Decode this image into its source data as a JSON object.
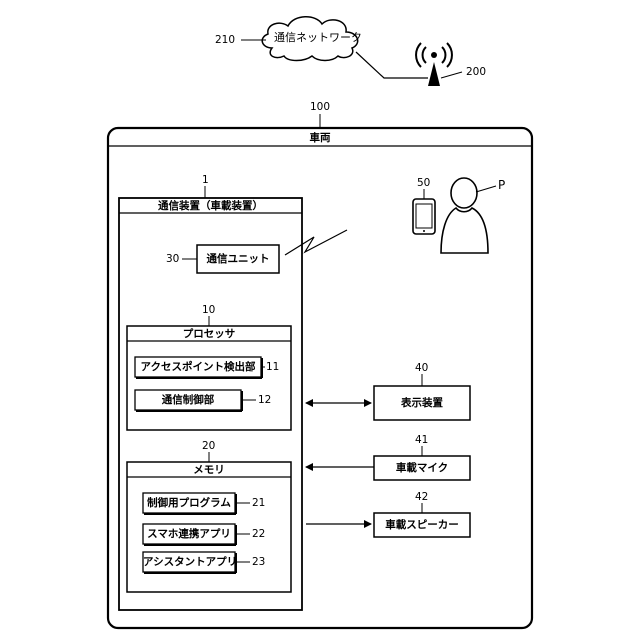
{
  "network": {
    "label": "通信ネットワーク",
    "ref": "210"
  },
  "base_station": {
    "ref": "200"
  },
  "vehicle": {
    "title": "車両",
    "ref": "100"
  },
  "device": {
    "title": "通信装置（車載装置）",
    "ref": "1"
  },
  "comm_unit": {
    "label": "通信ユニット",
    "ref": "30"
  },
  "processor": {
    "title": "プロセッサ",
    "ref": "10",
    "items": [
      {
        "label": "アクセスポイント検出部",
        "ref": "11"
      },
      {
        "label": "通信制御部",
        "ref": "12"
      }
    ]
  },
  "memory": {
    "title": "メモリ",
    "ref": "20",
    "items": [
      {
        "label": "制御用プログラム",
        "ref": "21"
      },
      {
        "label": "スマホ連携アプリ",
        "ref": "22"
      },
      {
        "label": "アシスタントアプリ",
        "ref": "23"
      }
    ]
  },
  "display": {
    "label": "表示装置",
    "ref": "40"
  },
  "mic": {
    "label": "車載マイク",
    "ref": "41"
  },
  "speaker": {
    "label": "車載スピーカー",
    "ref": "42"
  },
  "smartphone": {
    "ref": "50"
  },
  "person": {
    "ref": "P"
  }
}
